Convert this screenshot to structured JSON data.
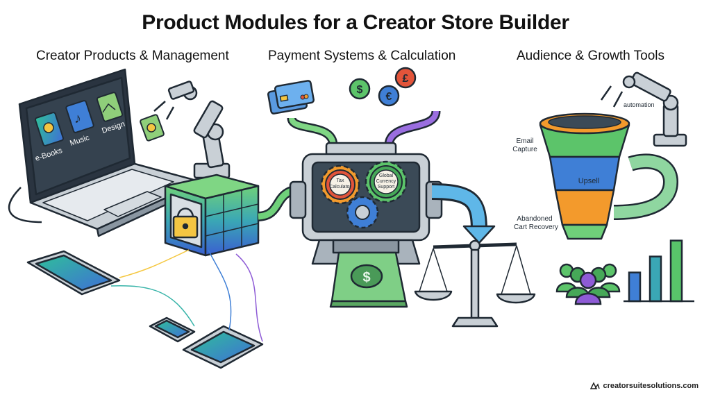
{
  "title": "Product Modules for a Creator Store Builder",
  "sections": {
    "left": {
      "heading": "Creator Products & Management",
      "products": [
        "e-Books",
        "Music",
        "Design"
      ]
    },
    "middle": {
      "heading": "Payment Systems & Calculation",
      "gears": {
        "tax": [
          "Tax",
          "Calculator"
        ],
        "currency": [
          "Global",
          "Currency",
          "Support"
        ]
      },
      "currency_symbols": [
        "$",
        "€",
        "£"
      ]
    },
    "right": {
      "heading": "Audience & Growth Tools",
      "funnel_labels": {
        "automation": "automation",
        "email": [
          "Email",
          "Capture"
        ],
        "upsell": "Upsell",
        "abandoned": [
          "Abandoned",
          "Cart Recovery"
        ]
      },
      "growth_bars": [
        0.45,
        0.7,
        0.95
      ]
    }
  },
  "watermark": "creatorsuitesolutions.com",
  "colors": {
    "ink": "#1f2933",
    "green": "#5cc46a",
    "blue": "#3f7fd6",
    "teal": "#36b3a8",
    "purple": "#8e5bd6",
    "orange": "#f39a2c",
    "red": "#e2543a",
    "yellow": "#f4c542",
    "gray": "#c9d0d6",
    "cash": "#7fcf86"
  }
}
